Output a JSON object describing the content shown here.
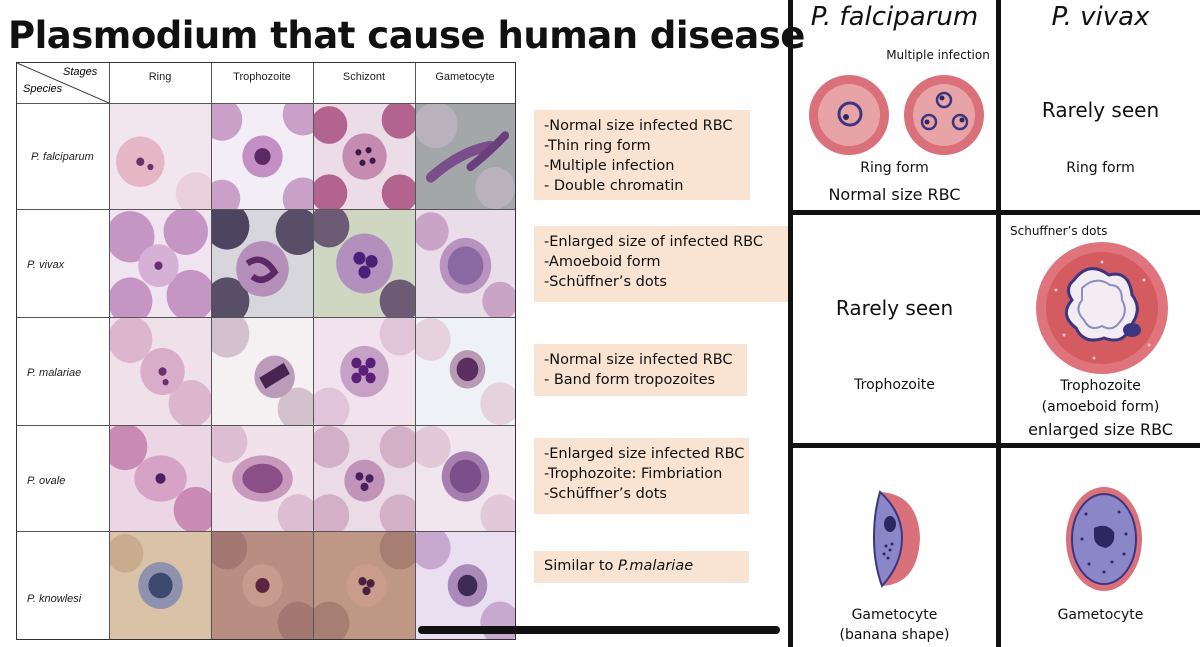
{
  "title": "Plasmodium that cause human disease",
  "table": {
    "corner_stages": "Stages",
    "corner_species": "Species",
    "columns": [
      "Ring",
      "Trophozoite",
      "Schizont",
      "Gametocyte"
    ],
    "species": [
      "P. falciparum",
      "P. vivax",
      "P. malariae",
      "P. ovale",
      "P. knowlesi"
    ]
  },
  "notes": [
    [
      "-Normal size infected RBC",
      "-Thin ring form",
      "-Multiple infection",
      "- Double chromatin"
    ],
    [
      "-Enlarged size of infected RBC",
      "-Amoeboid form",
      "-Schüffner’s dots"
    ],
    [
      "-Normal size infected RBC",
      "- Band form tropozoites"
    ],
    [
      "-Enlarged size infected RBC",
      "-Trophozoite: Fimbriation",
      "-Schüffner’s dots"
    ],
    {
      "prefix": "Similar to ",
      "italic": "P.malariae"
    }
  ],
  "right_panel": {
    "col1_header": "P. falciparum",
    "col2_header": "P. vivax",
    "multiple_infection": "Multiple infection",
    "pf_ring_label": "Ring form",
    "pf_ring_size": "Normal size RBC",
    "pv_ring_rare": "Rarely seen",
    "pv_ring_label": "Ring form",
    "pf_troph_rare": "Rarely seen",
    "pf_troph_label": "Trophozoite",
    "schuffner": "Schuffner’s dots",
    "pv_troph_label": "Trophozoite",
    "pv_troph_form": "(amoeboid form)",
    "pv_troph_size": "enlarged size RBC",
    "pf_game_label": "Gametocyte",
    "pf_game_shape": "(banana shape)",
    "pv_game_label": "Gametocyte"
  },
  "colors": {
    "note_bg": "#f9e3d2",
    "rbc": "#d9707a",
    "rbc_light": "#e8a3a6"
  }
}
